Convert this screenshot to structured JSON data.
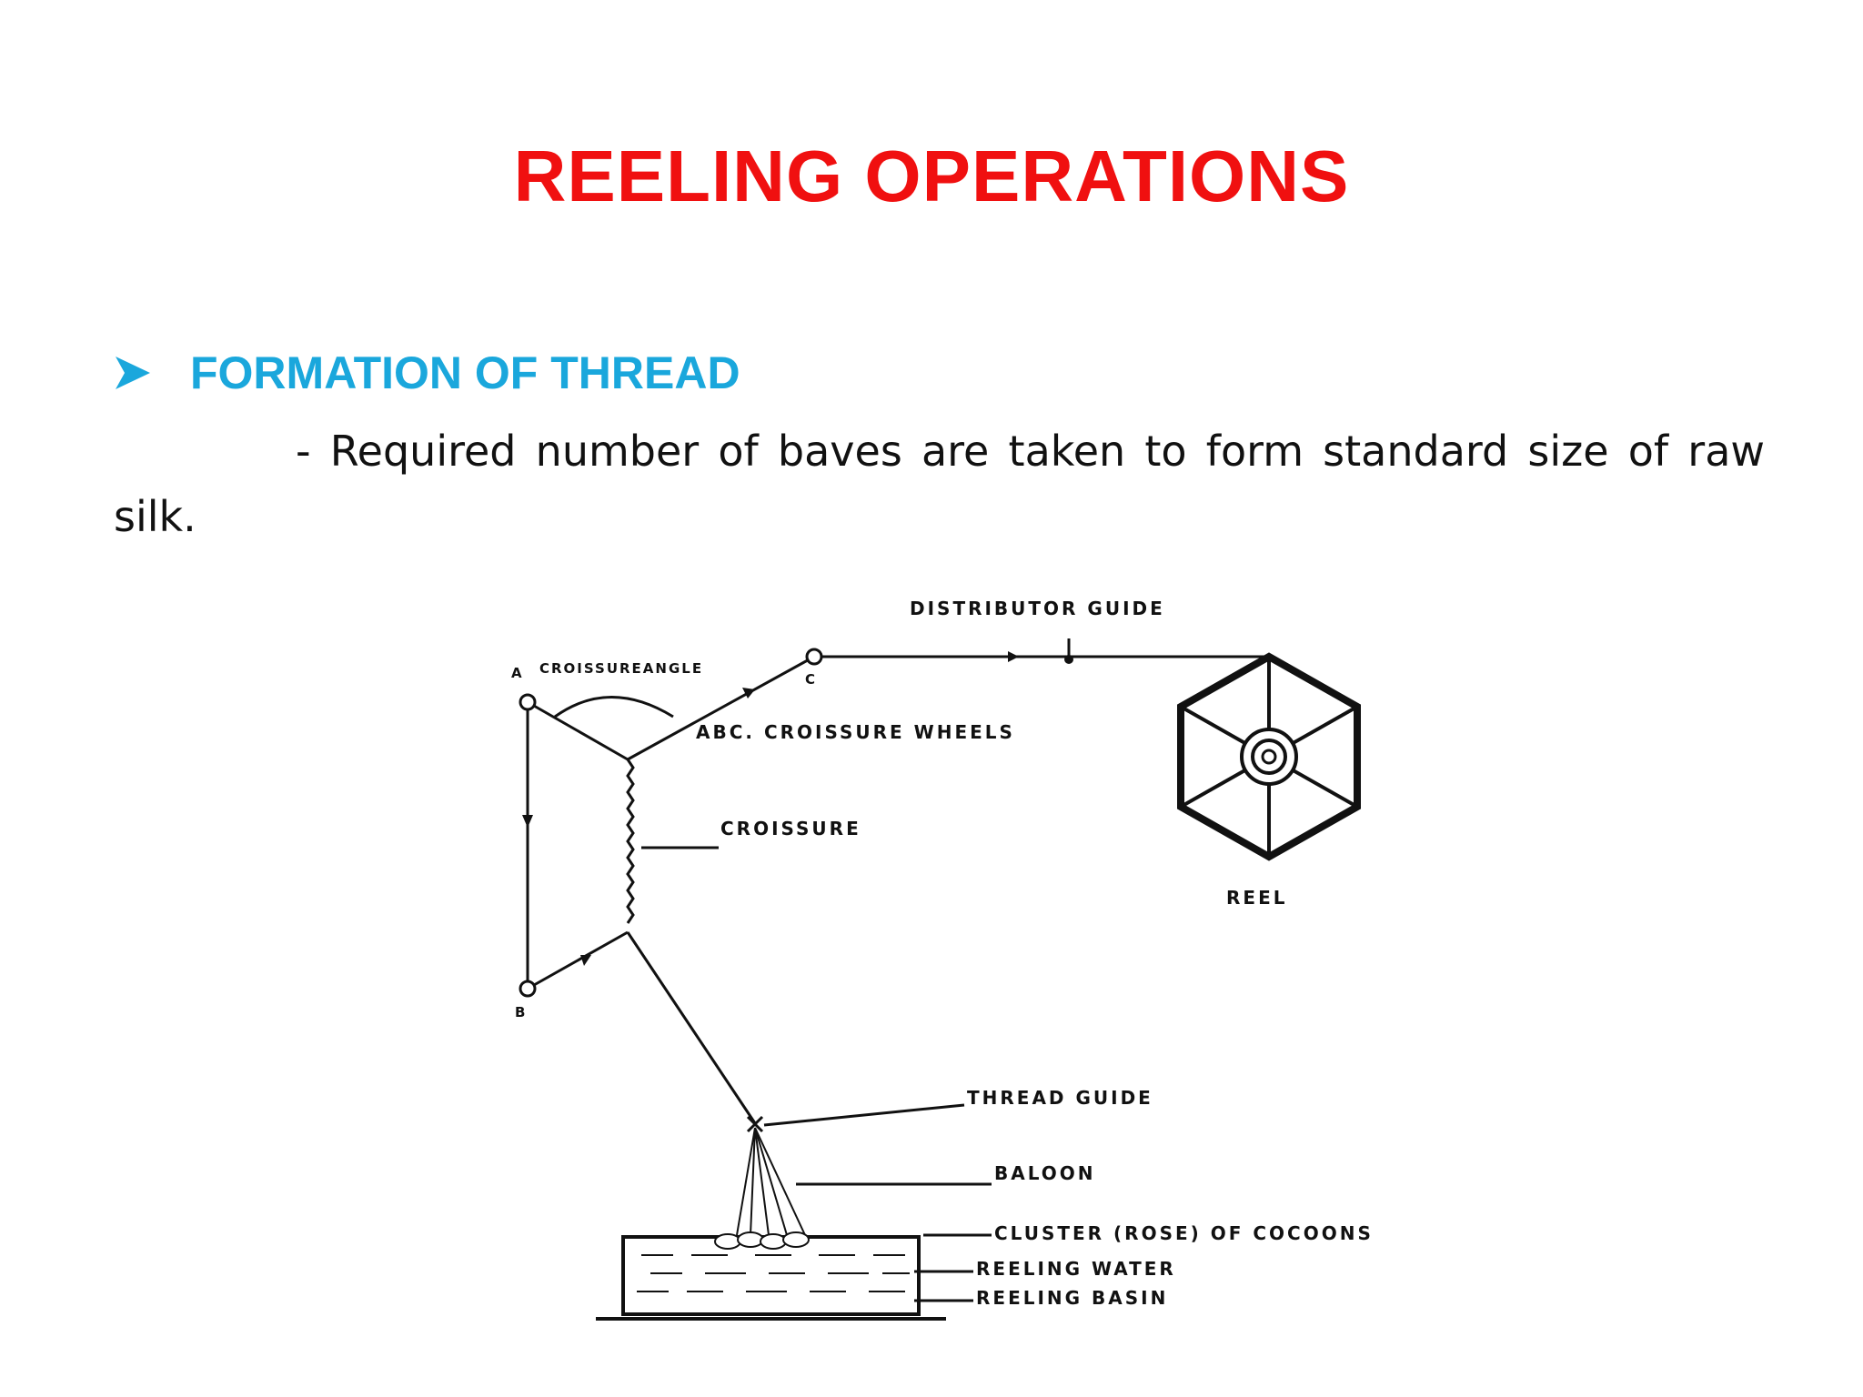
{
  "slide": {
    "title": "REELING OPERATIONS",
    "subtitle": "FORMATION OF THREAD",
    "body": "- Required number of baves are taken to form standard size of raw silk.",
    "colors": {
      "title": "#f01010",
      "subtitle": "#1aa7dc",
      "bullet": "#1aa7dc"
    },
    "bullet_icon": "arrowhead-bullet-icon"
  },
  "diagram": {
    "labels": {
      "distributor_guide": "DISTRIBUTOR GUIDE",
      "croissure_angle": "CROISSUREANGLE",
      "point_a": "A",
      "point_b": "B",
      "point_c": "C",
      "wheels": "ABC. CROISSURE WHEELS",
      "croissure": "CROISSURE",
      "reel": "REEL",
      "thread_guide": "THREAD GUIDE",
      "baloon": "BALOON",
      "cluster": "CLUSTER (ROSE) OF COCOONS",
      "reeling_water": "REELING WATER",
      "reeling_basin": "REELING BASIN"
    }
  }
}
